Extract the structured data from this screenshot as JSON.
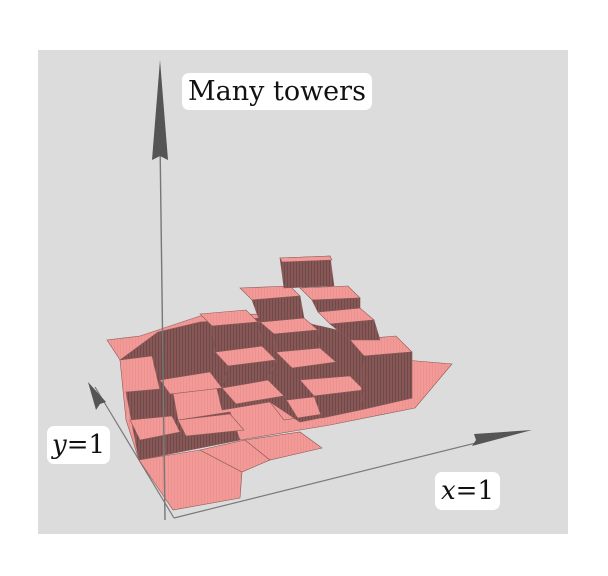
{
  "title": "Many towers",
  "axes": {
    "x_label_var": "x",
    "x_label_value": "=1",
    "y_label_var": "y",
    "y_label_value": "=1"
  },
  "colors": {
    "background": "#dcdcdc",
    "surface_top": "#f29a97",
    "surface_side": "#6e4b4b",
    "mesh_line": "#b86a68",
    "axis": "#666666"
  },
  "surface": {
    "description_grid": "4x4 stepped height field",
    "heights": [
      [
        1,
        2,
        2,
        1
      ],
      [
        2,
        3,
        3,
        2
      ],
      [
        2,
        3,
        4,
        3
      ],
      [
        1,
        2,
        3,
        5
      ]
    ]
  }
}
